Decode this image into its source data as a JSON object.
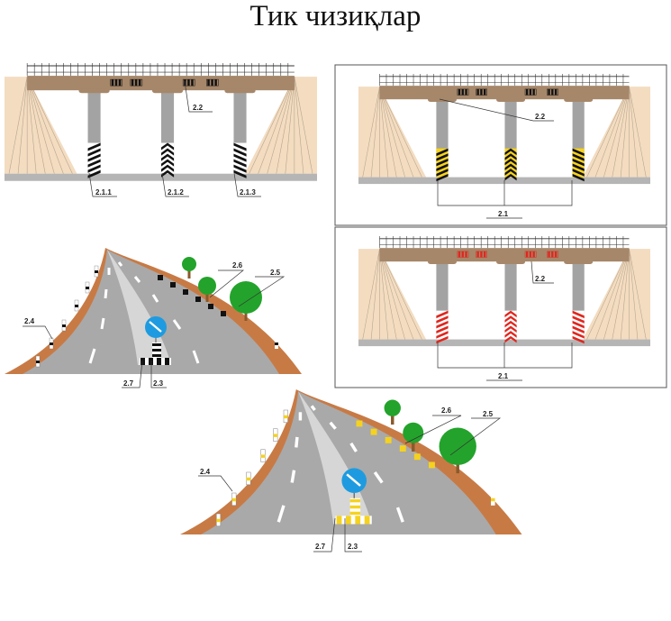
{
  "title": "Тик чизиқлар",
  "bridge_bw": {
    "label_top": "2.2",
    "label_pier1": "2.1.1",
    "label_pier2": "2.1.2",
    "label_pier3": "2.1.3"
  },
  "bridge_yellow": {
    "label_top": "2.2",
    "label_bottom": "2.1"
  },
  "bridge_red": {
    "label_top": "2.2",
    "label_bottom": "2.1"
  },
  "road_bw": {
    "label_post": "2.4",
    "label_barrier": "2.6",
    "label_tree": "2.5",
    "label_island_edge": "2.7",
    "label_bollard": "2.3"
  },
  "road_yellow": {
    "label_post": "2.4",
    "label_barrier": "2.6",
    "label_tree": "2.5",
    "label_island_edge": "2.7",
    "label_bollard": "2.3"
  },
  "colors": {
    "deck": "#a6876a",
    "embankment": "#f3dcc0",
    "pier": "#a3a3a3",
    "ground": "#b5b5b5",
    "road": "#a9a9a9",
    "shoulder": "#c87a45",
    "sign": "#1e9be0",
    "tree": "#23a32b",
    "yellow": "#f5d21e",
    "red": "#e0261e"
  }
}
